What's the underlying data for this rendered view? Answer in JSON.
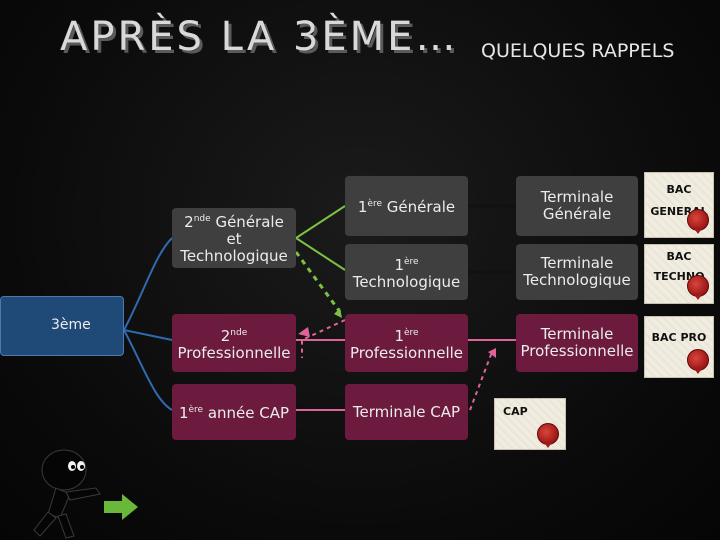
{
  "title": {
    "main": "APRÈS LA 3ÈME…",
    "sub": "QUELQUES RAPPELS"
  },
  "root": {
    "label": "3ème"
  },
  "col1": {
    "generale": {
      "pre": "2",
      "sup": "nde",
      "post": " Générale et Technologique"
    },
    "pro": {
      "pre": "2",
      "sup": "nde",
      "post": " Professionnelle"
    },
    "cap": {
      "pre": "1",
      "sup": "ère",
      "post": " année CAP"
    }
  },
  "col2": {
    "generale": {
      "pre": "1",
      "sup": "ère",
      "post": " Générale"
    },
    "techno": {
      "pre": "1",
      "sup": "ère",
      "post": " Technologique"
    },
    "pro": {
      "pre": "1",
      "sup": "ère",
      "post": " Professionnelle"
    },
    "cap": {
      "label": "Terminale CAP"
    }
  },
  "col3": {
    "generale": "Terminale Générale",
    "techno": "Terminale Technologique",
    "pro": "Terminale Professionnelle"
  },
  "diplomas": {
    "bac_generale": "BAC GENERAL",
    "bac_techno": "BAC TECHNO",
    "bac_pro": "BAC PRO",
    "cap": "CAP"
  },
  "colors": {
    "navy": "#1f4a78",
    "gray": "#3f3f3f",
    "wine": "#6c1b3e",
    "green_link": "#7cc142",
    "pink_link": "#e0629a",
    "blue_link": "#2f6bb0"
  }
}
